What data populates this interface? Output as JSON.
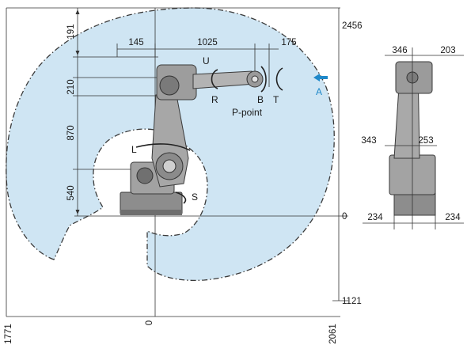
{
  "colors": {
    "envelope_fill": "#cfe5f3",
    "envelope_edge": "#3a3a3a",
    "robot_body": "#9a9a9a",
    "robot_dark": "#4a4a4a",
    "arrow_blue": "#1e88c9"
  },
  "side_view": {
    "top_dims": [
      "145",
      "1025",
      "175"
    ],
    "left_dims": [
      "191",
      "210",
      "870",
      "540"
    ],
    "right_dims": [
      "2456",
      "0",
      "1121"
    ],
    "bottom_dims": [
      "1771",
      "0",
      "2061"
    ],
    "axis_labels": {
      "U": "U",
      "R": "R",
      "B": "B",
      "T": "T",
      "L": "L",
      "S": "S",
      "p_point": "P-point"
    },
    "view_arrow_label": "A"
  },
  "front_view": {
    "top_dims": [
      "346",
      "203"
    ],
    "mid_dims": [
      "343",
      "253"
    ],
    "base_dims": [
      "234",
      "234"
    ]
  }
}
